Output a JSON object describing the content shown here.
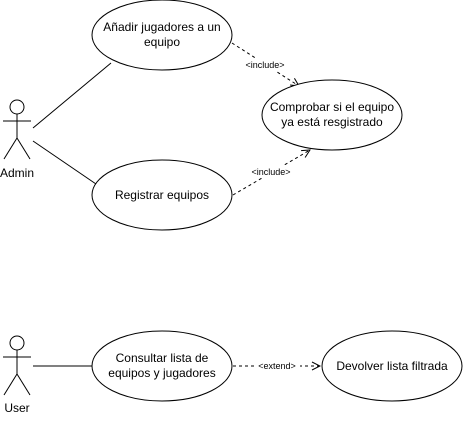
{
  "actors": [
    {
      "id": "admin",
      "name": "Admin"
    },
    {
      "id": "user",
      "name": "User"
    }
  ],
  "use_cases": [
    {
      "id": "uc1",
      "lines": [
        "Añadir jugadores a un",
        "equipo"
      ]
    },
    {
      "id": "uc2",
      "lines": [
        "Comprobar si el equipo",
        "ya está resgistrado"
      ]
    },
    {
      "id": "uc3",
      "lines": [
        "Registrar equipos"
      ]
    },
    {
      "id": "uc4",
      "lines": [
        "Consultar lista de",
        "equipos y jugadores"
      ]
    },
    {
      "id": "uc5",
      "lines": [
        "Devolver lista filtrada"
      ]
    }
  ],
  "relations": [
    {
      "id": "r1",
      "label": "<include>"
    },
    {
      "id": "r2",
      "label": "<include>"
    },
    {
      "id": "r3",
      "label": "<extend>"
    }
  ],
  "colors": {
    "stroke": "#000000",
    "fill": "#ffffff"
  }
}
